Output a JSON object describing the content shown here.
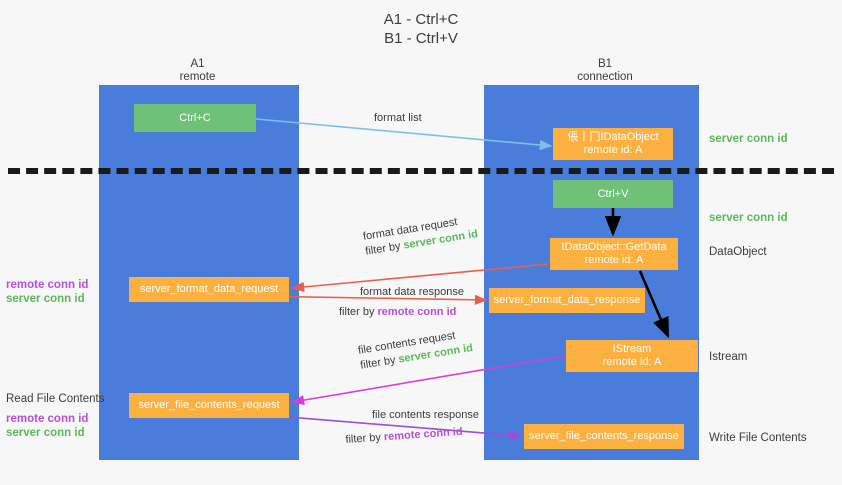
{
  "title": "A1 - Ctrl+C\nB1 - Ctrl+V",
  "columns": {
    "left": "A1\nremote",
    "right": "B1\nconnection"
  },
  "boxes": {
    "ctrl_c": {
      "line1": "Ctrl+C"
    },
    "idataobject": {
      "line1": "倀⼁⼌IDataObject",
      "line2": "remote id: A"
    },
    "ctrl_v": {
      "line1": "Ctrl+V"
    },
    "getdata": {
      "line1": "IDataObject::GetData",
      "line2": "remote id: A"
    },
    "istream": {
      "line1": "IStream",
      "line2": "remote id: A"
    },
    "server_format_data_request": {
      "line1": "server_format_data_request"
    },
    "server_format_data_response": {
      "line1": "server_format_data_response"
    },
    "server_file_contents_request": {
      "line1": "server_file_contents_request"
    },
    "server_file_contents_response": {
      "line1": "server_file_contents_response"
    }
  },
  "side_notes": {
    "server_conn_id_1": "server conn id",
    "server_conn_id_2": "server conn id",
    "dataobject": "DataObject",
    "istream": "Istream",
    "write_file_contents": "Write File Contents"
  },
  "left_notes": {
    "read_file_contents": "Read File Contents",
    "remote_conn_id": "remote conn id",
    "server_conn_id": "server conn id"
  },
  "edges": {
    "format_list": "format list",
    "format_data_request": "format data request",
    "format_data_request_filter_prefix": "filter by ",
    "format_data_request_filter_value": "server conn id",
    "format_data_response": "format data response",
    "format_data_response_filter_prefix": "filter by ",
    "format_data_response_filter_value": "remote conn id",
    "file_contents_request": "file contents request",
    "file_contents_request_filter_prefix": "filter by ",
    "file_contents_request_filter_value": "server conn id",
    "file_contents_response": "file contents response",
    "file_contents_response_filter_prefix": "filter by ",
    "file_contents_response_filter_value": "remote conn id"
  },
  "colors": {
    "lane": "#4a7ddb",
    "green_box": "#6fc177",
    "orange_box": "#fbb040",
    "server_conn_id": "#5cb85c",
    "remote_conn_id": "#b84fd4",
    "arrow_blue": "#7cc0e8",
    "arrow_red": "#e8604c",
    "arrow_magenta": "#d63fd6",
    "arrow_purple": "#9b4fd4",
    "arrow_black": "#000000"
  }
}
